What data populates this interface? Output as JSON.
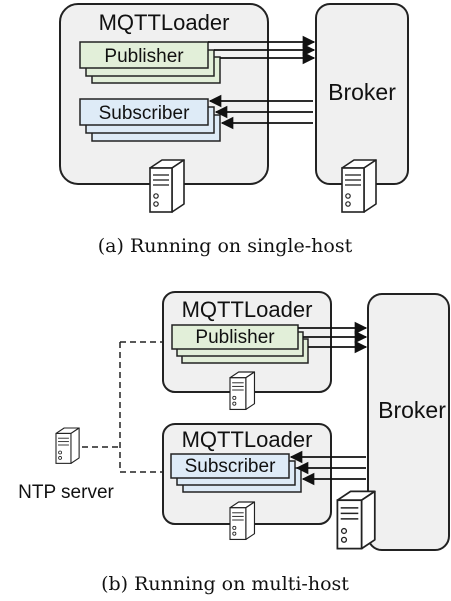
{
  "diagram_a": {
    "loader_title": "MQTTLoader",
    "publisher_label": "Publisher",
    "subscriber_label": "Subscriber",
    "broker_label": "Broker",
    "caption": "(a) Running on single-host"
  },
  "diagram_b": {
    "pub_loader_title": "MQTTLoader",
    "sub_loader_title": "MQTTLoader",
    "publisher_label": "Publisher",
    "subscriber_label": "Subscriber",
    "broker_label": "Broker",
    "ntp_label": "NTP server",
    "caption": "(b) Running on multi-host"
  },
  "colors": {
    "loader_fill": "#f0f0f0",
    "broker_fill": "#f0f0f0",
    "publisher_fill": "#e2efd9",
    "subscriber_fill": "#deebf7",
    "stroke": "#222222"
  }
}
